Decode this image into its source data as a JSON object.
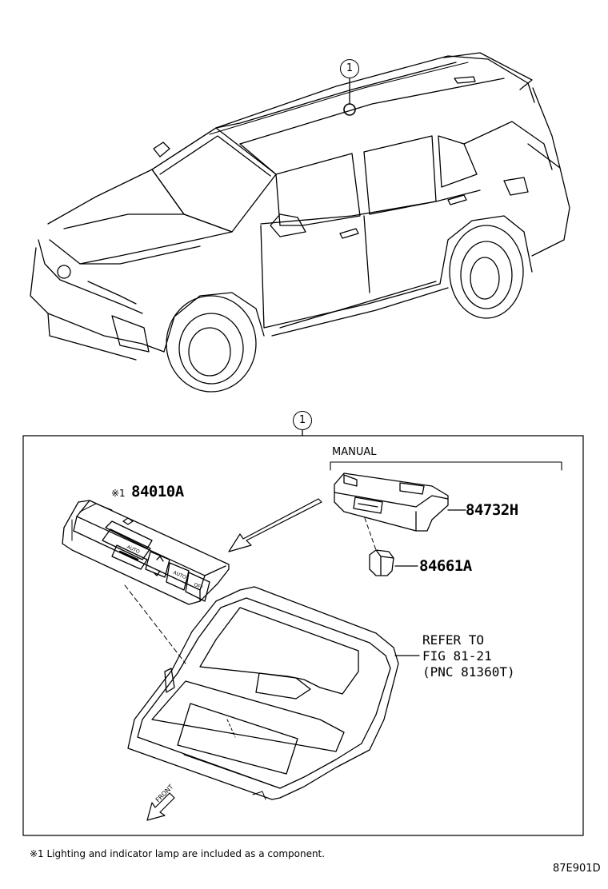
{
  "callouts": {
    "top": "1",
    "box": "1"
  },
  "box_header": "MANUAL",
  "parts": {
    "switch_mark": "※1",
    "switch": "84010A",
    "lamp_holder": "84732H",
    "bulb": "84661A"
  },
  "refer": {
    "line1": "REFER TO",
    "line2": "FIG 81-21",
    "line3": "(PNC 81360T)"
  },
  "switch_labels": {
    "auto_left": "AUTO",
    "auto_right": "AUTO",
    "off": "OFF"
  },
  "front_label": "FRONT",
  "footnote": "※1 Lighting and indicator lamp are included as a component.",
  "figure_id": "87E901D"
}
